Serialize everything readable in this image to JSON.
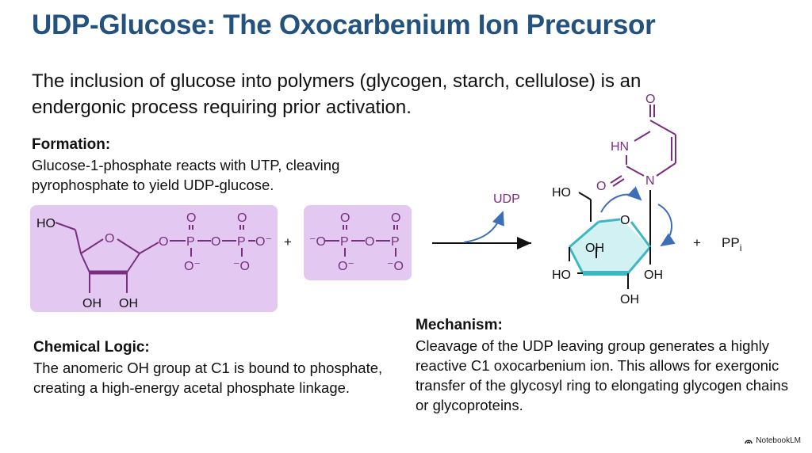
{
  "title": "UDP-Glucose: The Oxocarbenium Ion Precursor",
  "intro": "The inclusion of glucose into polymers (glycogen, starch, cellulose) is an endergonic process requiring prior activation.",
  "formation": {
    "heading": "Formation:",
    "text": "Glucose-1-phosphate reacts with UTP, cleaving pyrophosphate to yield UDP-glucose."
  },
  "chemical_logic": {
    "heading": "Chemical Logic:",
    "text": "The anomeric OH group at C1 is bound to phosphate, creating a high-energy acetal phosphate linkage."
  },
  "mechanism": {
    "heading": "Mechanism:",
    "text": "Cleavage of the UDP leaving group generates a highly reactive C1 oxocarbenium ion. This allows for exergonic transfer of the glycosyl ring to elongating glycogen chains or glycoproteins."
  },
  "reaction": {
    "plus": "+",
    "udp_label": "UDP",
    "product_plus": "+",
    "ppi_main": "PP",
    "ppi_sub": "i"
  },
  "atoms": {
    "HO": "HO",
    "OH": "OH",
    "O": "O",
    "O_minus": "O⁻",
    "minus_O": "⁻O",
    "P": "P",
    "HN": "HN",
    "N": "N"
  },
  "footer": "NotebookLM",
  "colors": {
    "title": "#24527f",
    "purple_box": "#e3c9f2",
    "bond_purple": "#7a2e80",
    "teal_ring": "#3cb8c2",
    "arrow_blue": "#3d6fb8"
  }
}
